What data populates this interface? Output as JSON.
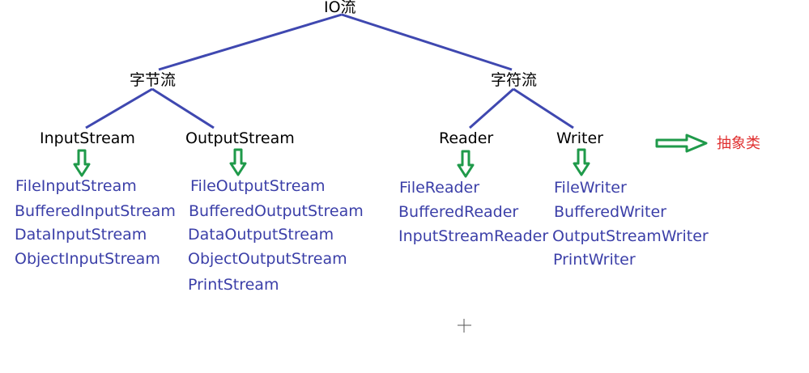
{
  "root": {
    "label": "IO流"
  },
  "branches": [
    {
      "label": "字节流",
      "abstracts": [
        {
          "label": "InputStream",
          "classes": [
            "FileInputStream",
            "BufferedInputStream",
            "DataInputStream",
            "ObjectInputStream"
          ]
        },
        {
          "label": "OutputStream",
          "classes": [
            "FileOutputStream",
            "BufferedOutputStream",
            "DataOutputStream",
            "ObjectOutputStream",
            "PrintStream"
          ]
        }
      ]
    },
    {
      "label": "字符流",
      "abstracts": [
        {
          "label": "Reader",
          "classes": [
            "FileReader",
            "BufferedReader",
            "InputStreamReader"
          ]
        },
        {
          "label": "Writer",
          "classes": [
            "FileWriter",
            "BufferedWriter",
            "OutputStreamWriter",
            "PrintWriter"
          ]
        }
      ]
    }
  ],
  "legend": {
    "label": "抽象类"
  },
  "colors": {
    "tree_line": "#3f48b0",
    "arrow": "#1f9a4a",
    "class_text": "#3b3fa8",
    "legend_text": "#e03030",
    "node_text": "#000000"
  }
}
